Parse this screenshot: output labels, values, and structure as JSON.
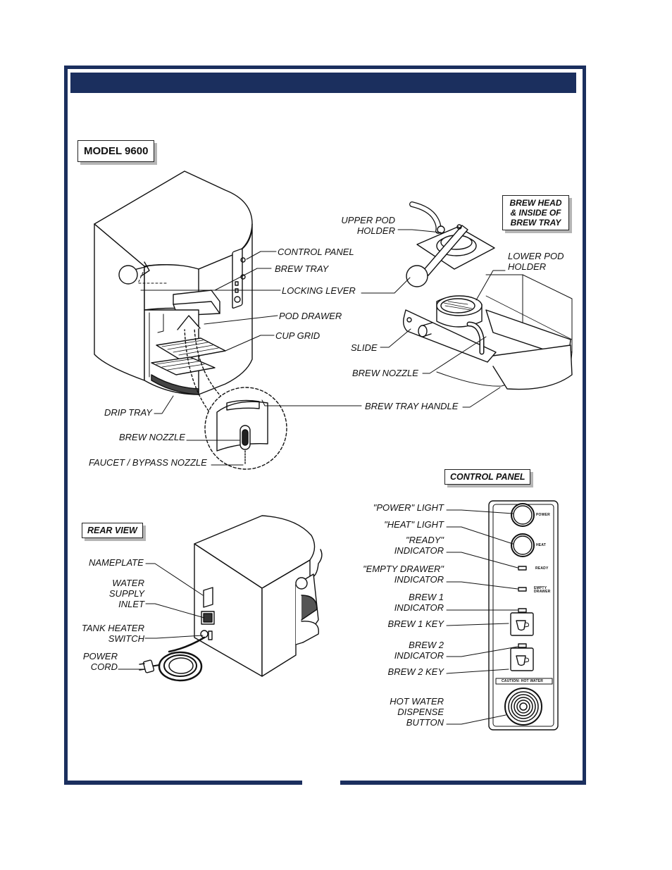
{
  "section_title": "",
  "model_tag": "MODEL 9600",
  "brew_head_tag": [
    "BREW HEAD",
    "& INSIDE OF",
    "BREW TRAY"
  ],
  "rear_view_tag": "REAR VIEW",
  "control_panel_tag": "CONTROL PANEL",
  "front_labels": {
    "control_panel": "CONTROL PANEL",
    "brew_tray": "BREW TRAY",
    "locking_lever": "LOCKING LEVER",
    "pod_drawer": "POD DRAWER",
    "cup_grid": "CUP GRID",
    "drip_tray": "DRIP TRAY",
    "brew_nozzle": "BREW NOZZLE",
    "faucet_bypass": "FAUCET / BYPASS NOZZLE",
    "brew_tray_handle": "BREW TRAY HANDLE"
  },
  "brew_head_labels": {
    "upper_pod_holder": [
      "UPPER POD",
      "HOLDER"
    ],
    "lower_pod_holder": [
      "LOWER POD",
      "HOLDER"
    ],
    "slide": "SLIDE",
    "brew_nozzle": "BREW NOZZLE"
  },
  "rear_labels": {
    "nameplate": "NAMEPLATE",
    "water_supply_inlet": [
      "WATER",
      "SUPPLY",
      "INLET"
    ],
    "tank_heater_switch": [
      "TANK HEATER",
      "SWITCH"
    ],
    "power_cord": [
      "POWER",
      "CORD"
    ]
  },
  "control_panel_labels": {
    "power_light": "\"POWER\" LIGHT",
    "heat_light": "\"HEAT\" LIGHT",
    "ready_indicator": [
      "\"READY\"",
      "INDICATOR"
    ],
    "empty_drawer_indicator": [
      "\"EMPTY DRAWER\"",
      "INDICATOR"
    ],
    "brew1_indicator": [
      "BREW 1",
      "INDICATOR"
    ],
    "brew1_key": "BREW 1 KEY",
    "brew2_indicator": [
      "BREW 2",
      "INDICATOR"
    ],
    "brew2_key": "BREW 2 KEY",
    "hot_water_button": [
      "HOT WATER",
      "DISPENSE",
      "BUTTON"
    ]
  },
  "panel_printing": {
    "power": "POWER",
    "heat": "HEAT",
    "ready": "READY",
    "empty_drawer": [
      "EMPTY",
      "DRAWER"
    ],
    "hot_water": "CAUTION: HOT WATER"
  }
}
